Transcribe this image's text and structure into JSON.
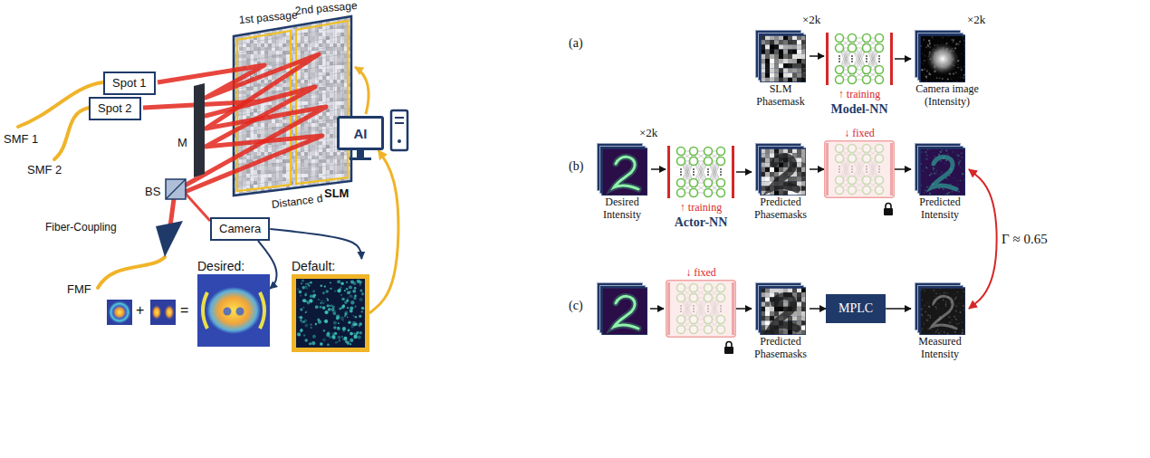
{
  "diagram": {
    "nodes": [
      {
        "text": [
          "Spot 1"
        ]
      },
      {
        "text": [
          "Spot 2"
        ]
      },
      {
        "text": [
          "Camera"
        ]
      },
      {
        "text": [
          "AI"
        ]
      },
      {
        "text": [
          "Desired:"
        ]
      },
      {
        "text": [
          "Default:"
        ]
      },
      {
        "text": [
          "SLM Phasemask"
        ]
      },
      {
        "text": [
          "↑ training",
          "Model-NN"
        ]
      },
      {
        "text": [
          "Camera image (Intensity)"
        ]
      },
      {
        "text": [
          "Desired Intensity"
        ]
      },
      {
        "text": [
          "↑ training",
          "Actor-NN"
        ]
      },
      {
        "text": [
          "Predicted Phasemasks"
        ]
      },
      {
        "text": [
          "↓ fixed"
        ]
      },
      {
        "text": [
          "Predicted Intensity"
        ]
      },
      {
        "text": [
          "↓ fixed"
        ]
      },
      {
        "text": [
          "Predicted Phasemasks"
        ]
      },
      {
        "text": [
          "MPLC"
        ]
      },
      {
        "text": [
          "Measured Intensity"
        ]
      }
    ],
    "edges": [
      {
        "from": 2,
        "to": 4,
        "arrow": "to"
      },
      {
        "from": 2,
        "to": 5,
        "arrow": "to"
      },
      {
        "from": 5,
        "to": 3,
        "arrow": "to"
      },
      {
        "from": 6,
        "to": 7,
        "arrow": "to"
      },
      {
        "from": 7,
        "to": 8,
        "arrow": "to"
      },
      {
        "from": 9,
        "to": 10,
        "arrow": "to"
      },
      {
        "from": 10,
        "to": 11,
        "arrow": "to"
      },
      {
        "from": 11,
        "to": 12,
        "arrow": "to"
      },
      {
        "from": 12,
        "to": 13,
        "arrow": "to"
      },
      {
        "from": 13,
        "to": 17,
        "label": "Γ ≈ 0.65",
        "arrow": "both"
      },
      {
        "from": 14,
        "to": 15,
        "arrow": "to"
      },
      {
        "from": 15,
        "to": 16,
        "arrow": "to"
      },
      {
        "from": 16,
        "to": 17,
        "arrow": "to"
      }
    ],
    "labels": [
      "1st passage",
      "2nd passage",
      "SMF 1",
      "SMF 2",
      "M",
      "BS",
      "SLM",
      "Distance d",
      "Fiber-Coupling",
      "FMF",
      "+",
      "=",
      "(a)",
      "(b)",
      "(c)",
      "×2k",
      "×2k",
      "×2k"
    ]
  }
}
